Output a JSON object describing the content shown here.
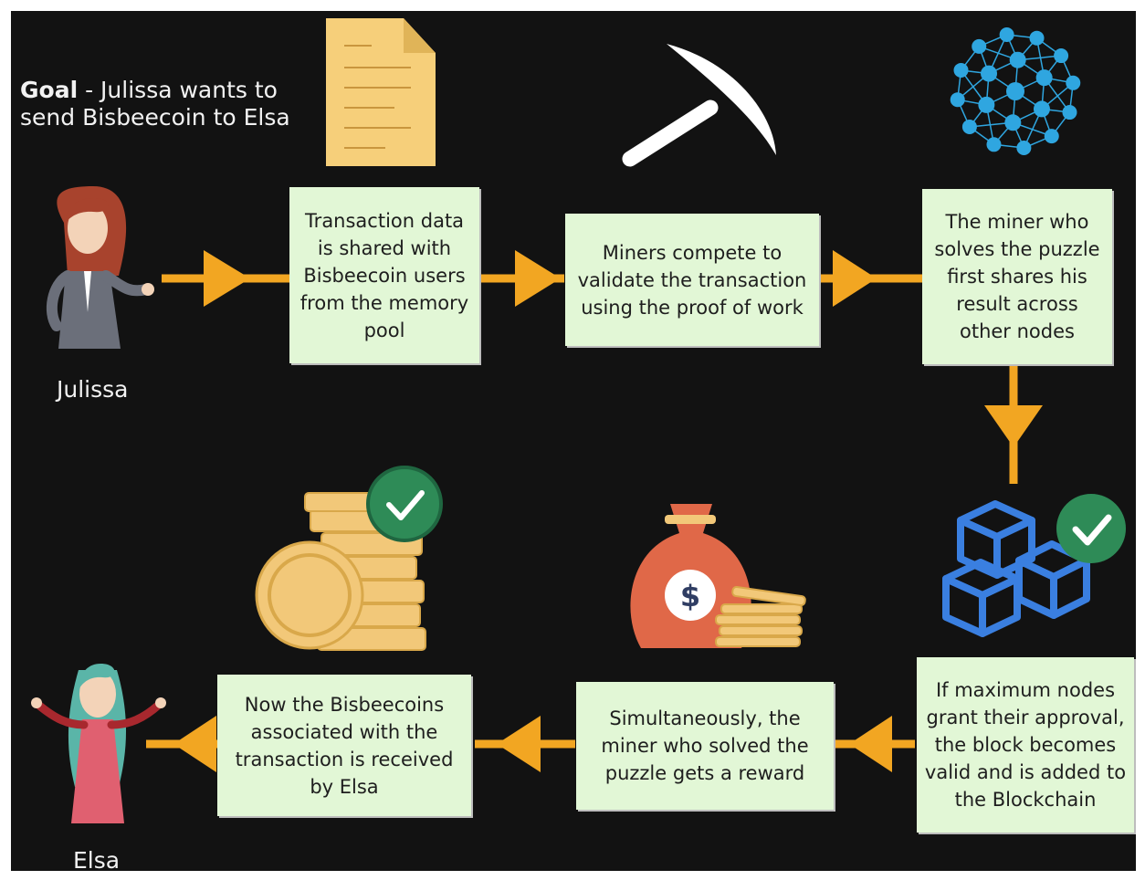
{
  "goal": {
    "bold": "Goal",
    "text": " - Julissa wants to send Bisbeecoin to Elsa"
  },
  "people": {
    "sender": "Julissa",
    "receiver": "Elsa"
  },
  "steps": [
    "Transaction data is shared with Bisbeecoin users from the memory pool",
    "Miners compete to validate the transaction using the proof of work",
    "The miner who solves the puzzle first shares his result across other nodes",
    "If maximum nodes grant their approval, the block becomes valid and is added to the Blockchain",
    "Simultaneously, the miner who solved the puzzle gets a reward",
    "Now the Bisbeecoins associated with the transaction is received by Elsa"
  ],
  "reward_icon_symbol": "$",
  "colors": {
    "background": "#121212",
    "box": "#e2f7d6",
    "arrow": "#f2a622",
    "check": "#2e8b57",
    "blocks": "#3a7fe0",
    "network": "#2fa6e0",
    "bag": "#e06848",
    "coin": "#f2c879",
    "document": "#f6cf7a"
  }
}
